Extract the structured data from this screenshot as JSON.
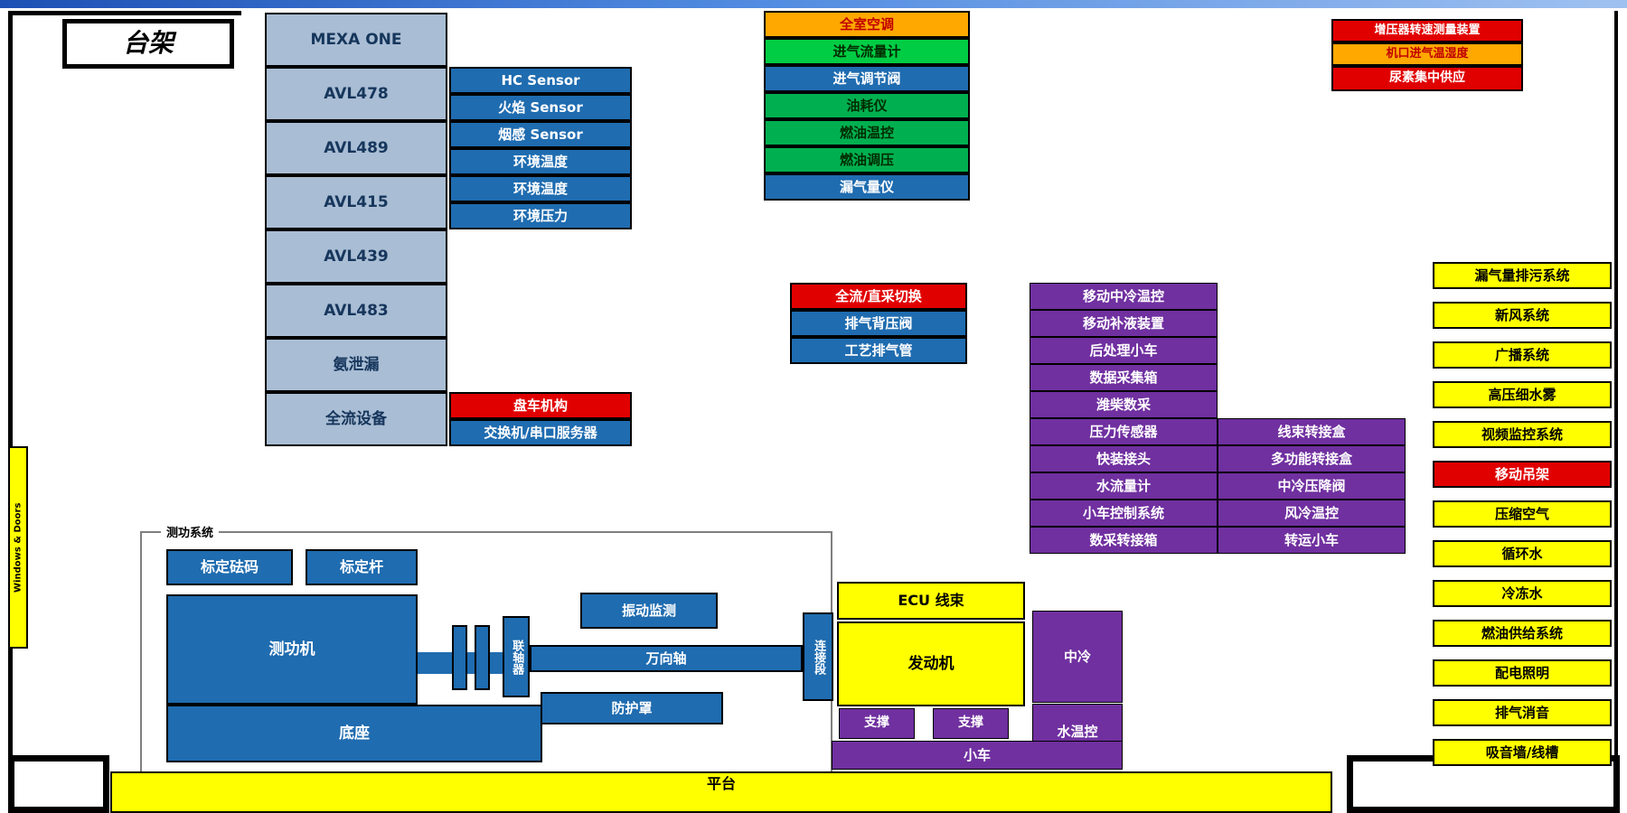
{
  "colors": {
    "gray_blue": "#a9bdd4",
    "blue": "#1f6cb0",
    "green": "#00b050",
    "bright_green": "#00cc44",
    "orange": "#ffa800",
    "red": "#e10000",
    "purple": "#7030a0",
    "yellow": "#ffff00",
    "titlebar_blue": "#2a5fd0"
  },
  "bench": {
    "title": "台架"
  },
  "door": {
    "label": "Windows & Doors"
  },
  "analyzer_rack": {
    "items": [
      "MEXA ONE",
      "AVL478",
      "AVL489",
      "AVL415",
      "AVL439",
      "AVL483",
      "氨泄漏",
      "全流设备"
    ]
  },
  "sensor_stack": {
    "items": [
      "HC Sensor",
      "火焰 Sensor",
      "烟感 Sensor",
      "环境温度",
      "环境温度",
      "环境压力"
    ]
  },
  "bench_misc": {
    "barring": "盘车机构",
    "switch_server": "交换机/串口服务器"
  },
  "air_fuel": {
    "items": [
      "全室空调",
      "进气流量计",
      "进气调节阀",
      "油耗仪",
      "燃油温控",
      "燃油调压",
      "漏气量仪"
    ]
  },
  "exhaust": {
    "items": [
      "全流/直采切换",
      "排气背压阀",
      "工艺排气管"
    ]
  },
  "mobile_equipment": {
    "col1": [
      "移动中冷温控",
      "移动补液装置",
      "后处理小车",
      "数据采集箱",
      "潍柴数采",
      "压力传感器",
      "快装接头",
      "水流量计",
      "小车控制系统",
      "数采转接箱"
    ],
    "col2": [
      "线束转接盒",
      "多功能转接盒",
      "中冷压降阀",
      "风冷温控",
      "转运小车"
    ]
  },
  "top_right": {
    "items": [
      "增压器转速测量装置",
      "机口进气温湿度",
      "尿素集中供应"
    ]
  },
  "facility": {
    "items": [
      "漏气量排污系统",
      "新风系统",
      "广播系统",
      "高压细水雾",
      "视频监控系统",
      "移动吊架",
      "压缩空气",
      "循环水",
      "冷冻水",
      "燃油供给系统",
      "配电照明",
      "排气消音",
      "吸音墙/线槽"
    ]
  },
  "dyno": {
    "group": "测功系统",
    "calibration_weights": "标定砝码",
    "calibration_rod": "标定杆",
    "vibration": "振动监测",
    "dynamometer": "测功机",
    "base": "底座",
    "coupling": "联轴器",
    "shaft": "万向轴",
    "guard": "防护罩",
    "adapter": "连接段"
  },
  "engine_area": {
    "ecu": "ECU 线束",
    "engine": "发动机",
    "support_left": "支撑",
    "support_right": "支撑",
    "cart": "小车",
    "intercooler": "中冷",
    "water_temp": "水温控"
  },
  "platform": {
    "label": "平台"
  }
}
